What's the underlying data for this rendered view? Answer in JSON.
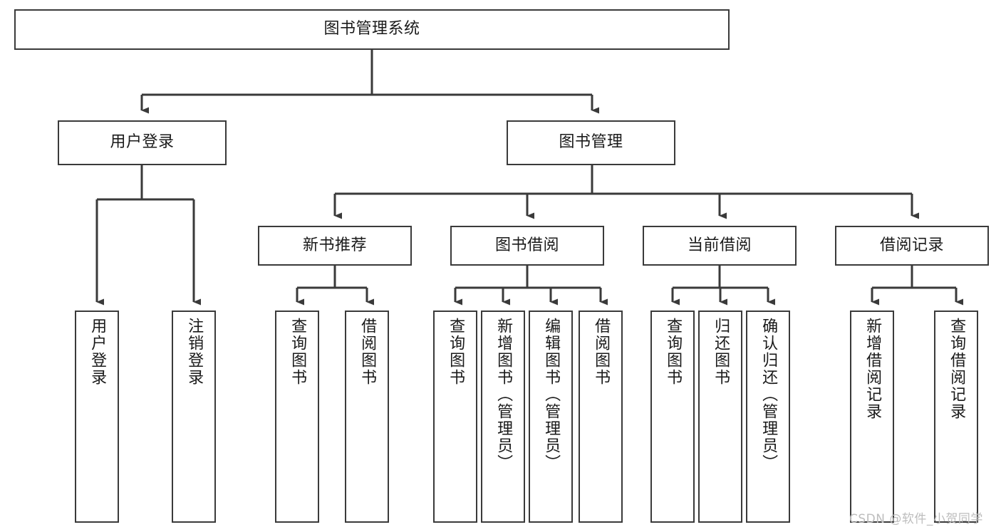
{
  "diagram": {
    "title_node": {
      "label": "图书管理系统"
    },
    "level2": [
      {
        "id": "user-login",
        "label": "用户登录"
      },
      {
        "id": "book-management",
        "label": "图书管理"
      }
    ],
    "level3": [
      {
        "id": "new-book-recommend",
        "label": "新书推荐"
      },
      {
        "id": "book-borrow",
        "label": "图书借阅"
      },
      {
        "id": "current-borrow",
        "label": "当前借阅"
      },
      {
        "id": "borrow-record",
        "label": "借阅记录"
      }
    ],
    "leaves": [
      {
        "id": "leaf-user-login",
        "label": "用户登录"
      },
      {
        "id": "leaf-logout-login",
        "label": "注销登录"
      },
      {
        "id": "leaf-query-book-1",
        "label": "查询图书"
      },
      {
        "id": "leaf-borrow-book-1",
        "label": "借阅图书"
      },
      {
        "id": "leaf-query-book-2",
        "label": "查询图书"
      },
      {
        "id": "leaf-add-book-admin",
        "label": "新增图书（管理员）"
      },
      {
        "id": "leaf-edit-book-admin",
        "label": "编辑图书（管理员）"
      },
      {
        "id": "leaf-borrow-book-2",
        "label": "借阅图书"
      },
      {
        "id": "leaf-query-book-3",
        "label": "查询图书"
      },
      {
        "id": "leaf-return-book",
        "label": "归还图书"
      },
      {
        "id": "leaf-confirm-return-admin",
        "label": "确认归还（管理员）"
      },
      {
        "id": "leaf-add-borrow-record",
        "label": "新增借阅记录"
      },
      {
        "id": "leaf-query-borrow-record",
        "label": "查询借阅记录"
      }
    ],
    "watermark": "CSDN @软件_小贺同学",
    "colors": {
      "stroke": "#3a3a3a",
      "text": "#1a1a1a",
      "background": "#ffffff",
      "watermark": "#bdbdbd"
    }
  }
}
